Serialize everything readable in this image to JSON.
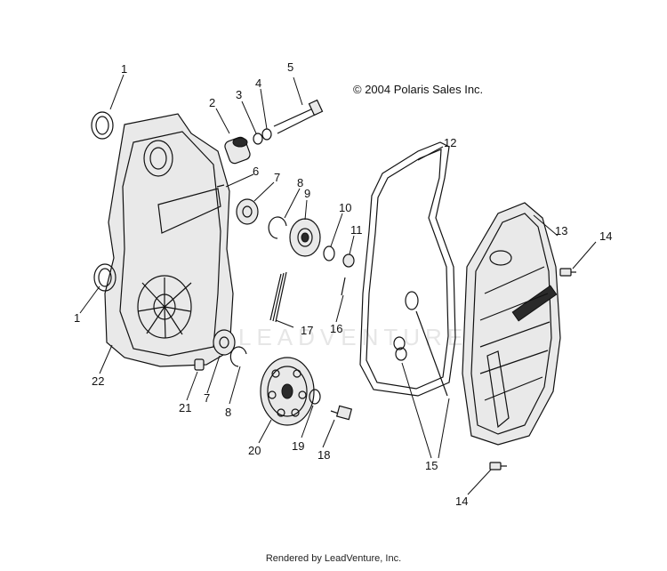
{
  "copyright": "© 2004 Polaris Sales Inc.",
  "footer": "Rendered by LeadVenture, Inc.",
  "watermark": "LEADVENTURE",
  "callouts": [
    "1",
    "2",
    "3",
    "4",
    "5",
    "6",
    "7",
    "8",
    "9",
    "10",
    "11",
    "12",
    "13",
    "14",
    "1",
    "22",
    "21",
    "7",
    "8",
    "20",
    "19",
    "18",
    "17",
    "16",
    "15",
    "14"
  ]
}
